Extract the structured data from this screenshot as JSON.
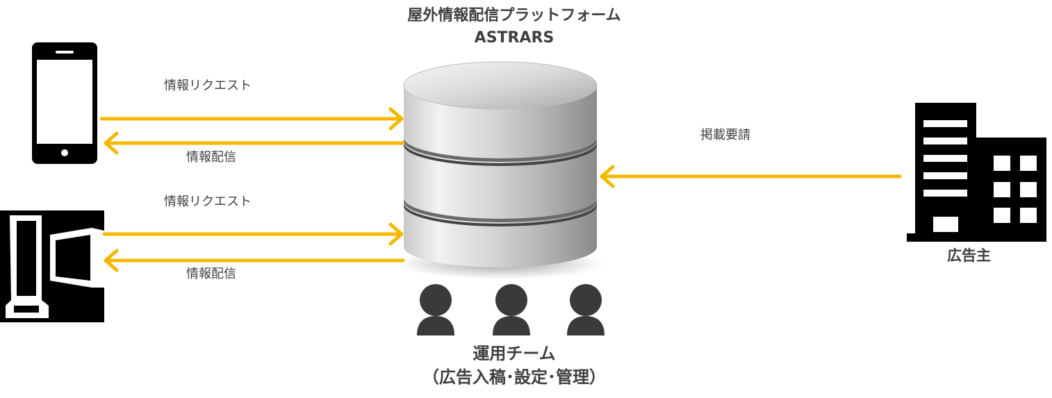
{
  "platform": {
    "title_line1": "屋外情報配信プラットフォーム",
    "title_line2": "ASTRARS"
  },
  "smartphone": {
    "request_label": "情報リクエスト",
    "delivery_label": "情報配信"
  },
  "signage": {
    "request_label": "情報リクエスト",
    "delivery_label": "情報配信"
  },
  "advertiser": {
    "request_label": "掲載要請",
    "name": "広告主"
  },
  "team": {
    "line1": "運用チーム",
    "line2": "（広告入稿･設定･管理）"
  },
  "colors": {
    "arrow": "#F5B800",
    "icon": "#000000",
    "person": "#3a3a3a"
  }
}
